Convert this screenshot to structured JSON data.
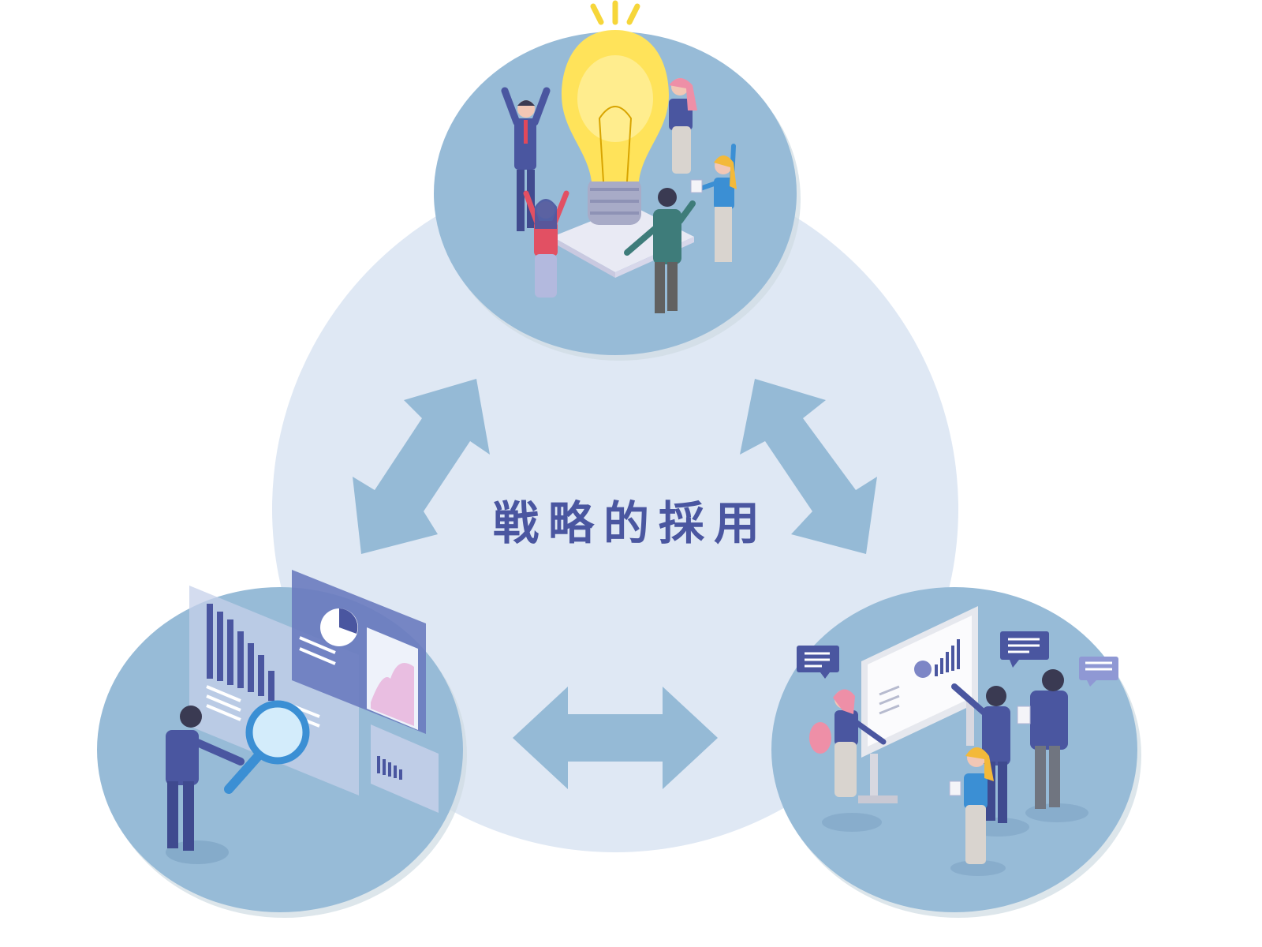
{
  "diagram": {
    "center_label": "戦略的採用",
    "colors": {
      "background_circle": "#dfe8f4",
      "node_circle": "#97bbd7",
      "arrow": "#95bad6",
      "title_text": "#4a56a0",
      "suit": "#4a56a0",
      "bulb": "#ffe35a"
    },
    "nodes": [
      {
        "name": "idea-node",
        "icon": "lightbulb-team-illustration"
      },
      {
        "name": "analysis-node",
        "icon": "data-analysis-magnifier-illustration"
      },
      {
        "name": "discussion-node",
        "icon": "whiteboard-meeting-illustration"
      }
    ],
    "arrows": [
      {
        "name": "arrow-top-left",
        "connects": [
          "idea-node",
          "analysis-node"
        ],
        "direction": "bidirectional"
      },
      {
        "name": "arrow-top-right",
        "connects": [
          "idea-node",
          "discussion-node"
        ],
        "direction": "bidirectional"
      },
      {
        "name": "arrow-bottom",
        "connects": [
          "analysis-node",
          "discussion-node"
        ],
        "direction": "bidirectional"
      }
    ]
  }
}
